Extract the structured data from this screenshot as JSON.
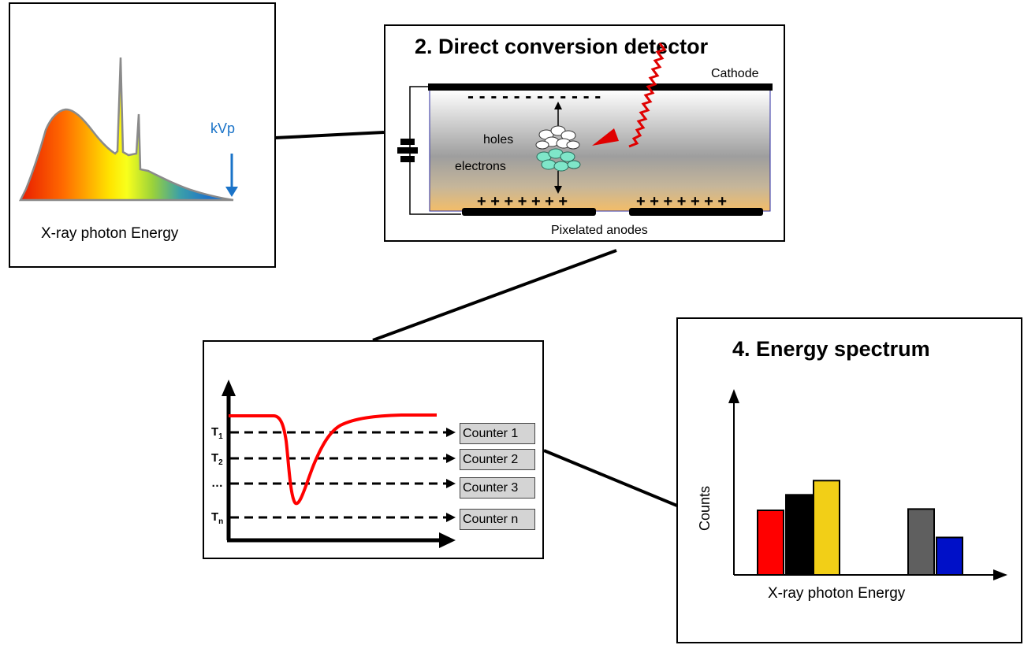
{
  "panel1": {
    "kvp_label": "kVp",
    "axis_label": "X-ray photon Energy"
  },
  "panel2": {
    "title": "2. Direct conversion detector",
    "cathode_label": "Cathode",
    "anodes_label": "Pixelated anodes",
    "holes_label": "holes",
    "electrons_label": "electrons",
    "minus_signs": "- - - - - - - - - - - -",
    "plus_left": "+ + + + + + +",
    "plus_right": "+ + + + + + +"
  },
  "panel3": {
    "thresholds": [
      {
        "label": "T",
        "sub": "1"
      },
      {
        "label": "T",
        "sub": "2"
      },
      {
        "label": "…",
        "sub": ""
      },
      {
        "label": "T",
        "sub": "n"
      }
    ],
    "counters": [
      "Counter 1",
      "Counter 2",
      "Counter 3",
      "Counter n"
    ]
  },
  "panel4": {
    "title": "4. Energy spectrum",
    "ylabel": "Counts",
    "xlabel": "X-ray photon Energy"
  },
  "colors": {
    "pulse": "#ff0000",
    "kvp": "#1a73c8",
    "bar_red": "#ff0000",
    "bar_black": "#000000",
    "bar_yellow": "#f2cf17",
    "bar_gray": "#5f5f5f",
    "bar_blue": "#0010c8"
  },
  "chart_data": {
    "type": "bar",
    "title": "4. Energy spectrum",
    "xlabel": "X-ray photon Energy",
    "ylabel": "Counts",
    "values": [
      5,
      6.2,
      7.3,
      5.1,
      2.9
    ],
    "colors": [
      "#ff0000",
      "#000000",
      "#f2cf17",
      "#5f5f5f",
      "#0010c8"
    ]
  }
}
